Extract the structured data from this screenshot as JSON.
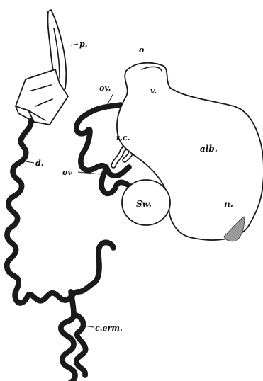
{
  "labels": {
    "p": "p.",
    "d": "d.",
    "o": "o",
    "ov_upper": "ov.",
    "v": "v.",
    "tc": "t.c.",
    "ov_lower": "ov",
    "alb": "alb.",
    "sw": "Sw.",
    "n": "n.",
    "c_erm": "c.erm."
  }
}
